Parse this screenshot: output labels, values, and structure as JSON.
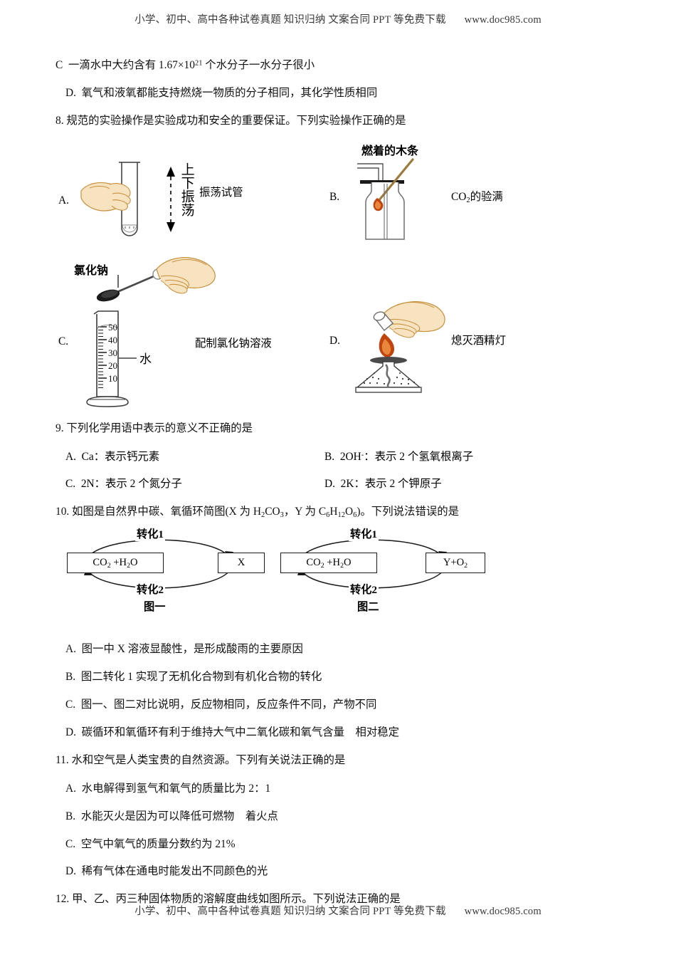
{
  "header": {
    "text": "小学、初中、高中各种试卷真题  知识归纳  文案合同  PPT 等免费下载",
    "url": "www.doc985.com"
  },
  "footer": {
    "text": "小学、初中、高中各种试卷真题  知识归纳  文案合同  PPT 等免费下载",
    "url": "www.doc985.com"
  },
  "content": {
    "q7_tail": {
      "option_c": "C  一滴水中大约含有 1.67×10²¹ 个水分子一水分子很小",
      "option_c_pre": "C  一滴水中大约含有 1.67×10",
      "option_c_sup": "21",
      "option_c_post": " 个水分子一水分子很小",
      "option_d": "D.  氧气和液氧都能支持燃烧一物质的分子相同，其化学性质相同"
    },
    "q8": {
      "stem": "8. 规范的实验操作是实验成功和安全的重要保证。下列实验操作正确的是",
      "options": [
        {
          "label": "A.",
          "caption": "振荡试管",
          "annotation_vertical": "上下振荡"
        },
        {
          "label": "B.",
          "caption_pre": "CO",
          "caption_sub": "2",
          "caption_post": "的验满",
          "annotation_top": "燃着的木条"
        },
        {
          "label": "C.",
          "caption": "配制氯化钠溶液",
          "annotation_left": "氯化钠",
          "annotation_water": "水",
          "cylinder_ticks": [
            "50",
            "40",
            "30",
            "20",
            "10"
          ]
        },
        {
          "label": "D.",
          "caption": "熄灭酒精灯"
        }
      ]
    },
    "q9": {
      "stem": "9. 下列化学用语中表示的意义不正确的是",
      "options": [
        {
          "label": "A.",
          "text": "Ca：表示钙元素"
        },
        {
          "label": "B.",
          "text_pre": "2OH",
          "text_sup": "-",
          "text_post": "：表示 2 个氢氧根离子"
        },
        {
          "label": "C.",
          "text": "2N：表示 2 个氮分子"
        },
        {
          "label": "D.",
          "text": "2K：表示 2 个钾原子"
        }
      ]
    },
    "q10": {
      "stem_pre": "10. 如图是自然界中碳、氧循环简图(X 为 H",
      "stem_full": "10. 如图是自然界中碳、氧循环简图(X 为 H₂CO₃，Y 为 C₆H₁₂O₆)。下列说法错误的是",
      "diagram1": {
        "left_box_pre": "CO",
        "left_box_sub1": "2",
        "left_box_mid": " +H",
        "left_box_sub2": "2",
        "left_box_end": "O",
        "right_box": "X",
        "top_label": "转化1",
        "bottom_label": "转化2",
        "fig_name": "图一"
      },
      "diagram2": {
        "left_box_pre": "CO",
        "left_box_sub1": "2",
        "left_box_mid": " +H",
        "left_box_sub2": "2",
        "left_box_end": "O",
        "right_box_pre": "Y+O",
        "right_box_sub": "2",
        "top_label": "转化1",
        "bottom_label": "转化2",
        "fig_name": "图二"
      },
      "options": [
        {
          "label": "A.",
          "text": "图一中 X 溶液显酸性，是形成酸雨的主要原因"
        },
        {
          "label": "B.",
          "text": "图二转化 1 实现了无机化合物到有机化合物的转化"
        },
        {
          "label": "C.",
          "text": "图一、图二对比说明，反应物相同，反应条件不同，产物不同"
        },
        {
          "label": "D.",
          "text": "碳循环和氧循环有利于维持大气中二氧化碳和氧气含量    相对稳定"
        }
      ]
    },
    "q11": {
      "stem": "11. 水和空气是人类宝贵的自然资源。下列有关说法正确的是",
      "options": [
        {
          "label": "A.",
          "text": "水电解得到氢气和氧气的质量比为 2：1"
        },
        {
          "label": "B.",
          "text": "水能灭火是因为可以降低可燃物    着火点"
        },
        {
          "label": "C.",
          "text": "空气中氧气的质量分数约为 21%"
        },
        {
          "label": "D.",
          "text": "稀有气体在通电时能发出不同颜色的光"
        }
      ]
    },
    "q12": {
      "stem": "12. 甲、乙、丙三种固体物质的溶解度曲线如图所示。下列说法正确的是"
    }
  },
  "colors": {
    "ink": "#111111",
    "flame": "#c1440e",
    "wood": "#9c7a3c",
    "skin": "#f7e3c0",
    "skin_outline": "#c8913f"
  }
}
